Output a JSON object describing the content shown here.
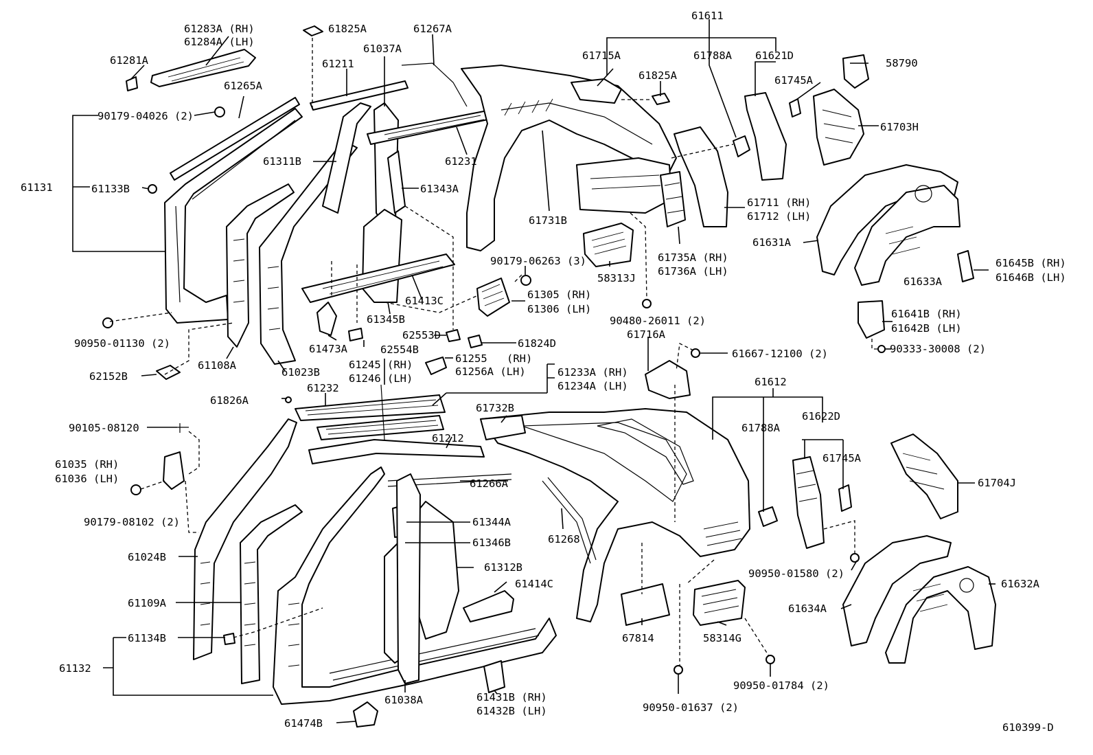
{
  "diagram_code": "610399-D",
  "labels": {
    "l61611": "61611",
    "l61283A": "61283A (RH)",
    "l61284A": "61284A (LH)",
    "l61825A_top": "61825A",
    "l61267A": "61267A",
    "l61715A": "61715A",
    "l61788A_top": "61788A",
    "l61621D": "61621D",
    "l58790": "58790",
    "l61281A": "61281A",
    "l61037A": "61037A",
    "l61211": "61211",
    "l61825A_mid": "61825A",
    "l61745A_top": "61745A",
    "l61265A": "61265A",
    "l90179_04026": "90179-04026 (2)",
    "l61703H": "61703H",
    "l61311B": "61311B",
    "l61231": "61231",
    "l61131": "61131",
    "l61133B": "61133B",
    "l61343A": "61343A",
    "l61711": "61711 (RH)",
    "l61712": "61712 (LH)",
    "l61731B": "61731B",
    "l61631A": "61631A",
    "l90179_06263": "90179-06263 (3)",
    "l58313J": "58313J",
    "l61735A": "61735A (RH)",
    "l61736A": "61736A (LH)",
    "l61645B": "61645B (RH)",
    "l61646B": "61646B (LH)",
    "l61633A": "61633A",
    "l61413C": "61413C",
    "l61305": "61305 (RH)",
    "l61306": "61306 (LH)",
    "l61345B": "61345B",
    "l90480_26011": "90480-26011 (2)",
    "l61641B": "61641B (RH)",
    "l61642B": "61642B (LH)",
    "l61716A": "61716A",
    "l90950_01130": "90950-01130 (2)",
    "l62553D": "62553D",
    "l61473A": "61473A",
    "l62554B": "62554B",
    "l61824D": "61824D",
    "l90333_30008": "90333-30008 (2)",
    "l61108A": "61108A",
    "l61023B": "61023B",
    "l61245": "61245 (RH)",
    "l61246": "61246 (LH)",
    "l61255": "61255",
    "l61255_rh": "(RH)",
    "l61256A": "61256A (LH)",
    "l61667_12100": "61667-12100 (2)",
    "l62152B": "62152B",
    "l61233A": "61233A (RH)",
    "l61234A": "61234A (LH)",
    "l61232": "61232",
    "l61612": "61612",
    "l61826A": "61826A",
    "l61732B": "61732B",
    "l61622D": "61622D",
    "l90105_08120": "90105-08120",
    "l61788A_bot": "61788A",
    "l61212": "61212",
    "l61035": "61035 (RH)",
    "l61036": "61036 (LH)",
    "l61745A_bot": "61745A",
    "l61704J": "61704J",
    "l61266A": "61266A",
    "l90179_08102": "90179-08102 (2)",
    "l61344A": "61344A",
    "l61268": "61268",
    "l61346B": "61346B",
    "l61024B": "61024B",
    "l61312B": "61312B",
    "l90950_01580": "90950-01580 (2)",
    "l61632A": "61632A",
    "l61414C": "61414C",
    "l61109A": "61109A",
    "l61634A": "61634A",
    "l61134B": "61134B",
    "l67814": "67814",
    "l58314G": "58314G",
    "l61132": "61132",
    "l61431B": "61431B (RH)",
    "l61432B": "61432B (LH)",
    "l61038A": "61038A",
    "l90950_01784": "90950-01784 (2)",
    "l61474B": "61474B",
    "l90950_01637": "90950-01637 (2)"
  }
}
